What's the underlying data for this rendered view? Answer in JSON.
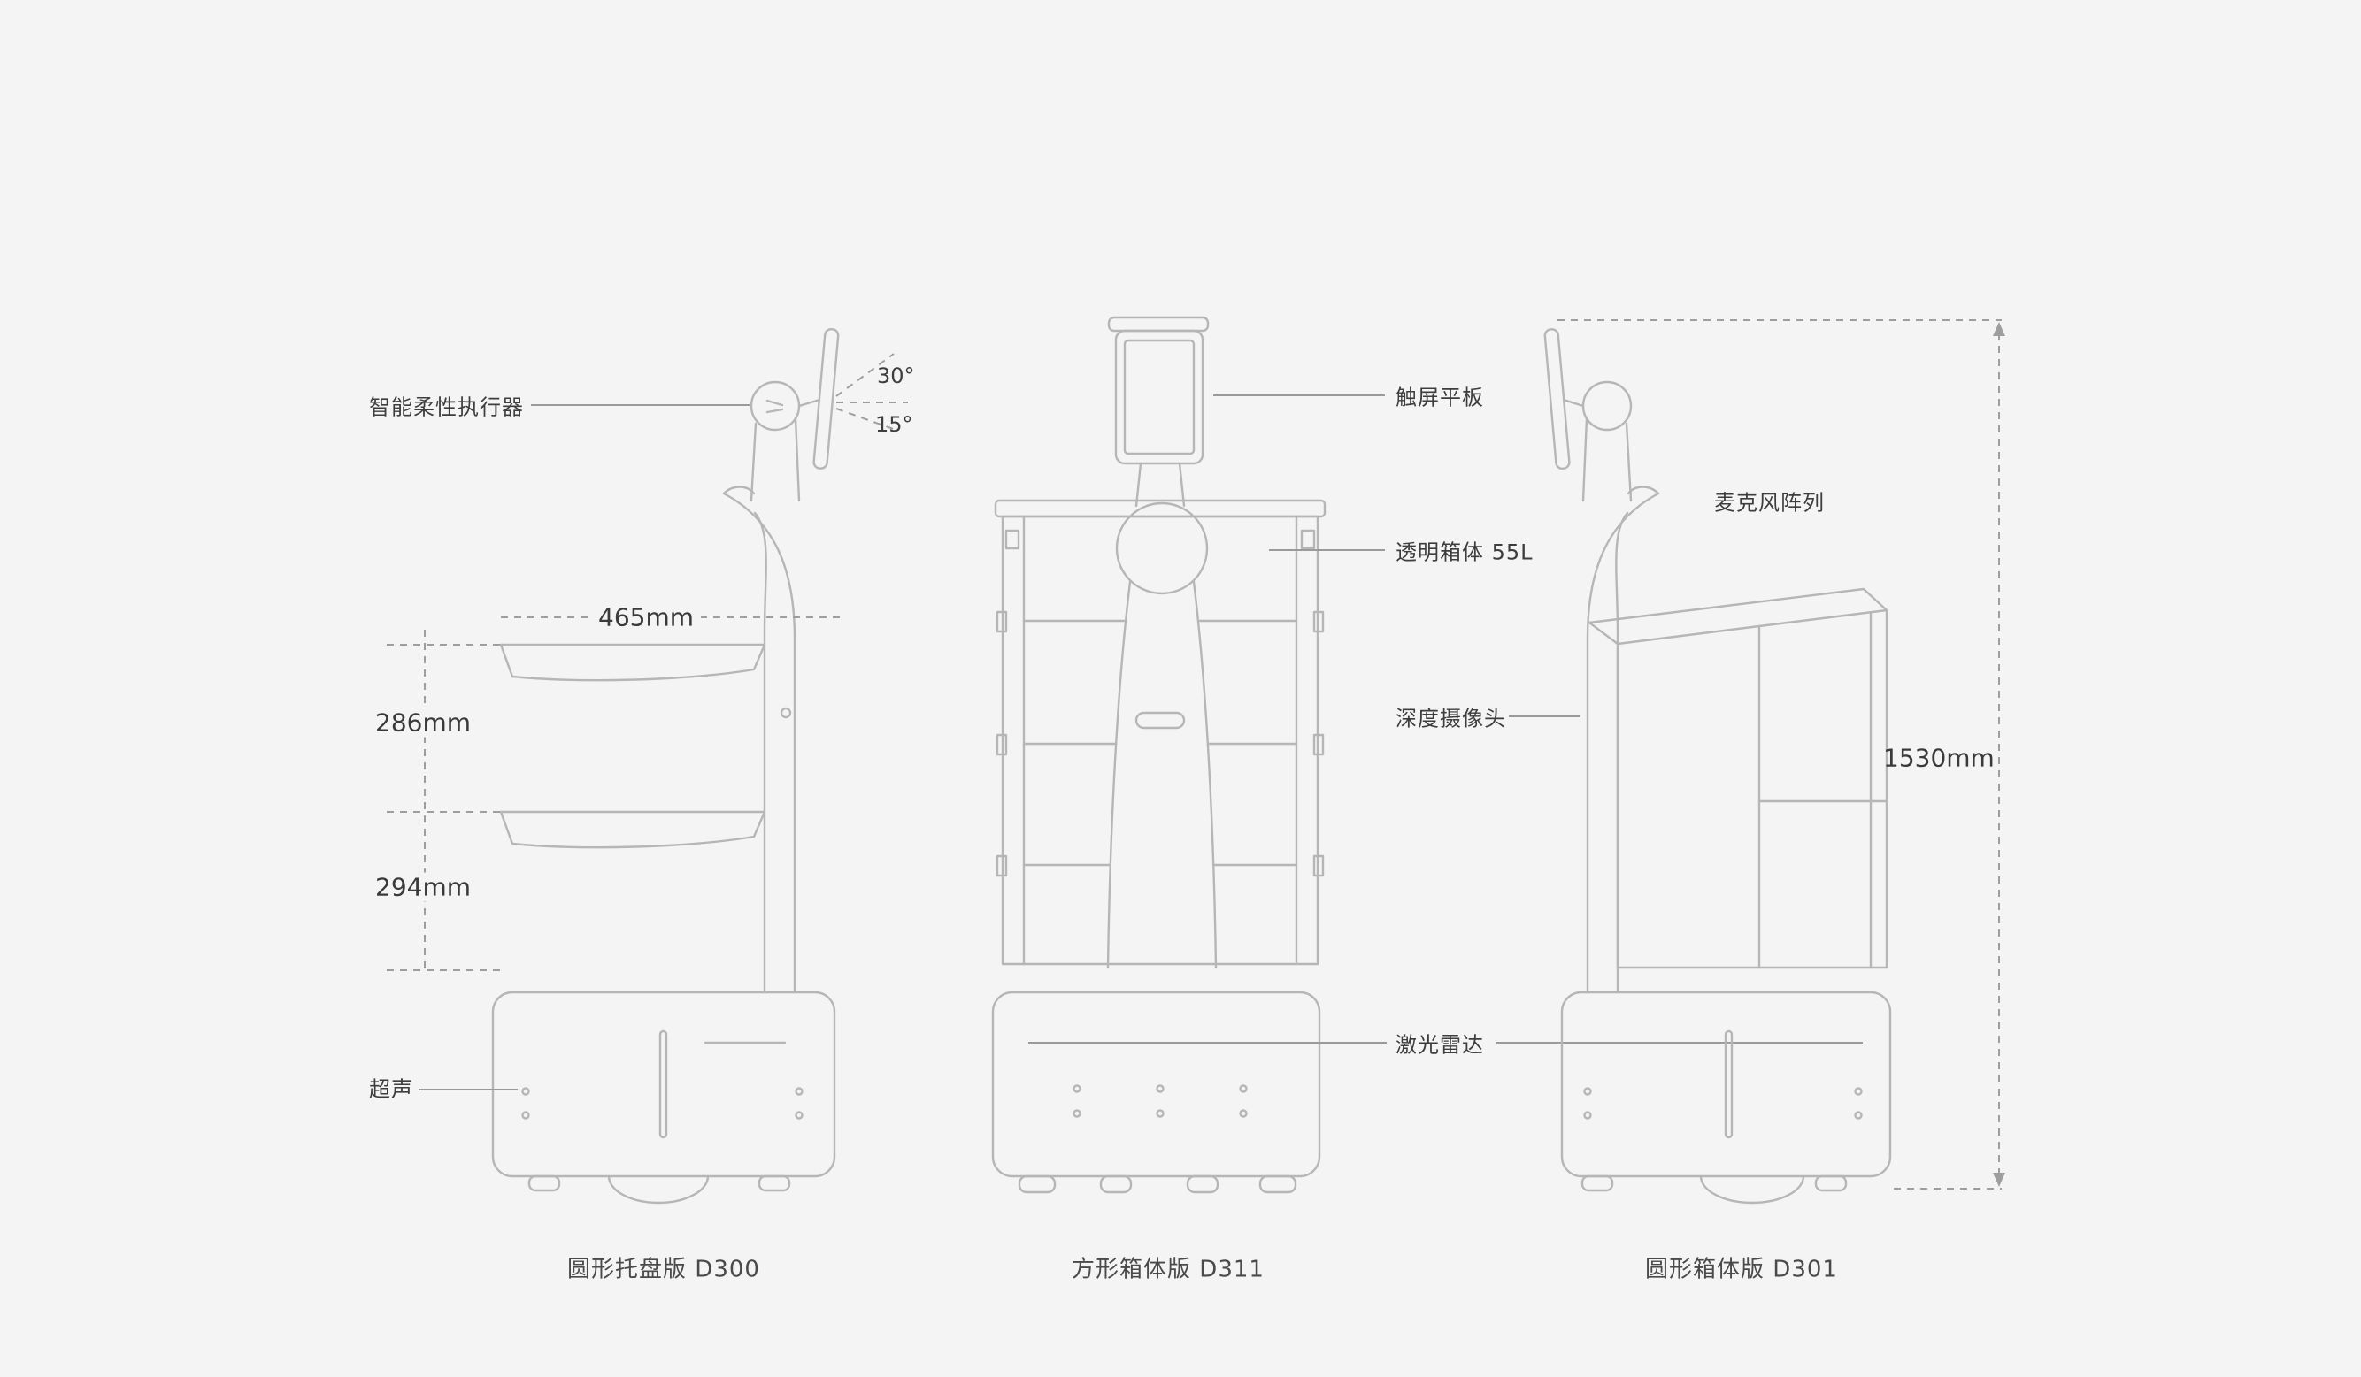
{
  "page": {
    "background": "#f4f4f4",
    "line_color": "#b6b6b6",
    "leader_color": "#9a9a9a",
    "dash_color": "#9e9e9e",
    "text_color": "#3d3d3d"
  },
  "robot_d300": {
    "caption": "圆形托盘版 D300",
    "label_actuator": "智能柔性执行器",
    "label_ultrasonic": "超声",
    "dim_width": "465mm",
    "dim_shelf_upper": "286mm",
    "dim_shelf_lower": "294mm",
    "angle_up": "30°",
    "angle_down": "15°"
  },
  "robot_d311": {
    "caption": "方形箱体版 D311",
    "label_tablet": "触屏平板",
    "label_cabinet": "透明箱体 55L",
    "label_depth_camera": "深度摄像头",
    "label_lidar": "激光雷达"
  },
  "robot_d301": {
    "caption": "圆形箱体版 D301",
    "label_microphone": "麦克风阵列",
    "dim_height": "1530mm"
  }
}
